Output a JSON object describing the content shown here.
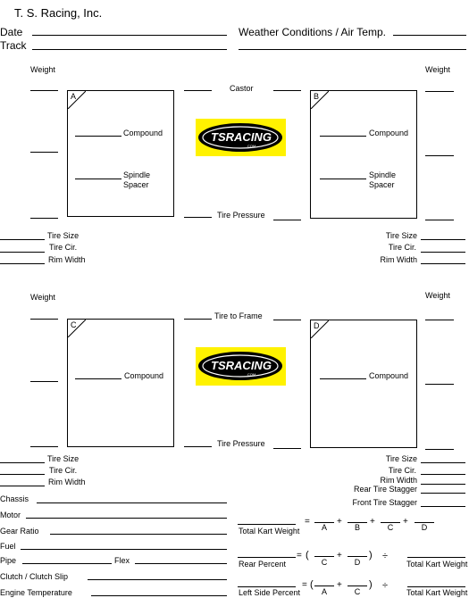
{
  "header": {
    "company": "T. S. Racing, Inc.",
    "date_label": "Date",
    "track_label": "Track",
    "weather_label": "Weather Conditions / Air Temp."
  },
  "logo": {
    "main_text": "TSRACING",
    "sub_text": ".COM"
  },
  "corners": {
    "a": "A",
    "b": "B",
    "c": "C",
    "d": "D",
    "compound": "Compound",
    "spindle": "Spindle",
    "spacer": "Spacer"
  },
  "center_labels": {
    "castor": "Castor",
    "tire_pressure": "Tire Pressure",
    "tire_to_frame": "Tire to Frame"
  },
  "side_labels": {
    "weight": "Weight",
    "tire_size": "Tire Size",
    "tire_cir": "Tire Cir.",
    "rim_width": "Rim Width",
    "rear_tire_stagger": "Rear Tire Stagger",
    "front_tire_stagger": "Front Tire Stagger"
  },
  "setup": {
    "chassis": "Chassis",
    "motor": "Motor",
    "gear_ratio": "Gear Ratio",
    "fuel": "Fuel",
    "pipe": "Pipe",
    "flex": "Flex",
    "clutch": "Clutch / Clutch Slip",
    "engine_temp": "Engine Temperature"
  },
  "formulas": {
    "total_kart_weight": "Total Kart Weight",
    "rear_percent": "Rear Percent",
    "left_side_percent": "Left Side Percent",
    "equals": "=",
    "plus": "+",
    "divide": "÷",
    "open_paren": "(",
    "close_paren": ")"
  }
}
